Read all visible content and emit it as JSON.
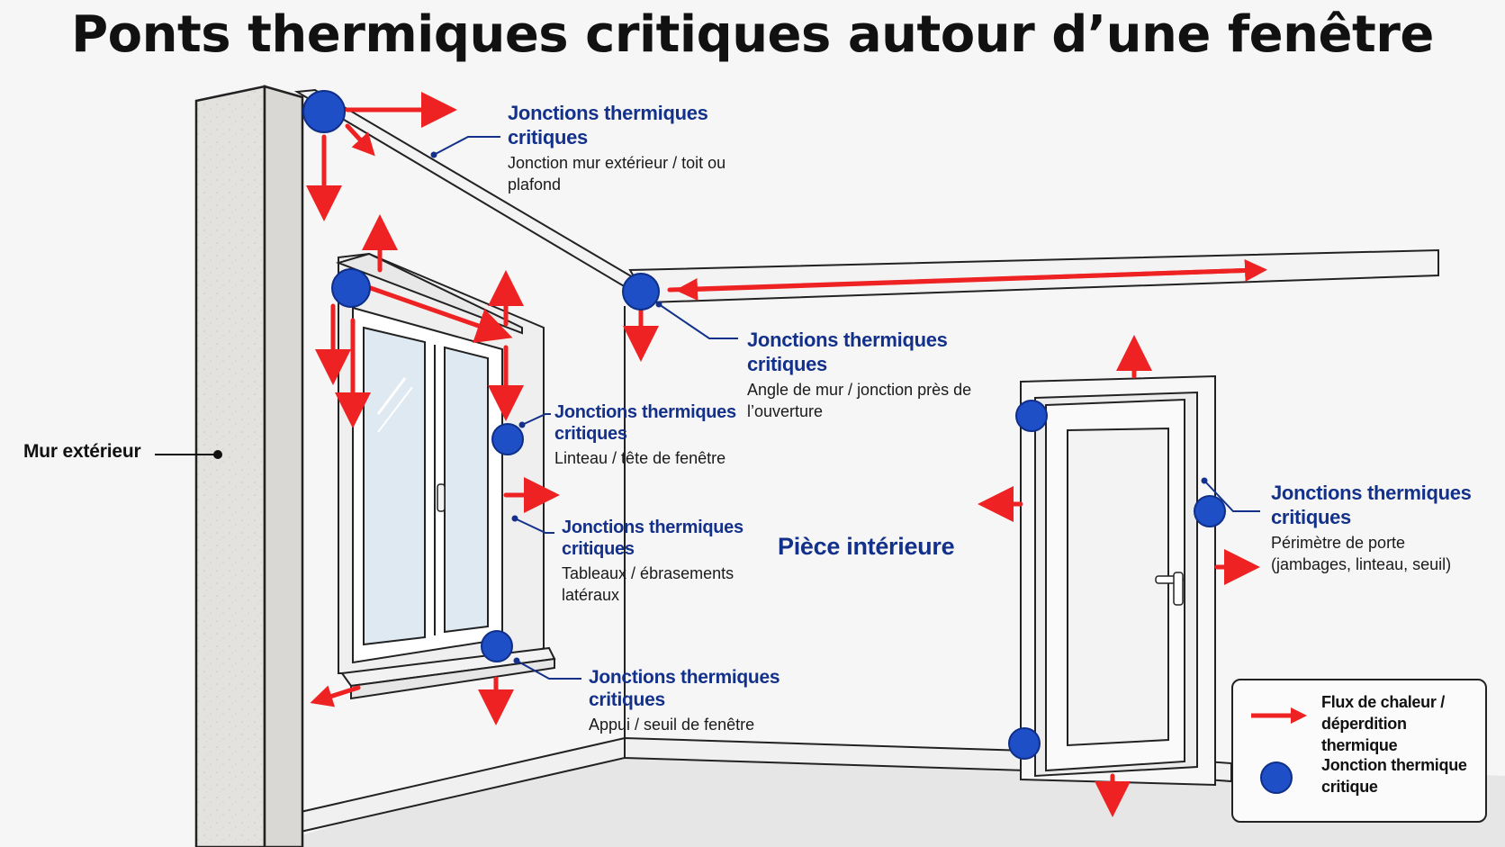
{
  "title": "Ponts thermiques critiques autour d’une fenêtre",
  "labels": {
    "exterior_wall": "Mur extérieur",
    "interior_room": "Pièce intérieure"
  },
  "callouts": [
    {
      "heading": "Jonctions thermiques critiques",
      "sub": "Jonction mur extérieur / toit ou plafond"
    },
    {
      "heading": "Jonctions thermiques critiques",
      "sub": "Angle de mur / jonction près de l’ouverture"
    },
    {
      "heading": "Jonctions thermiques critiques",
      "sub": "Linteau / tête de fenêtre"
    },
    {
      "heading": "Jonctions thermiques critiques",
      "sub": "Tableaux / ébrasements latéraux"
    },
    {
      "heading": "Jonctions thermiques critiques",
      "sub": "Appui / seuil de fenêtre"
    },
    {
      "heading": "Jonctions thermiques critiques",
      "sub": "Périmètre de porte (jambages, linteau, seuil)"
    }
  ],
  "legend": {
    "heat_flow": "Flux de chaleur / déperdition thermique",
    "junction": "Jonction thermique critique"
  },
  "colors": {
    "arrow": "#ee2222",
    "junction": "#1f4fc6",
    "heading": "#13318a"
  }
}
